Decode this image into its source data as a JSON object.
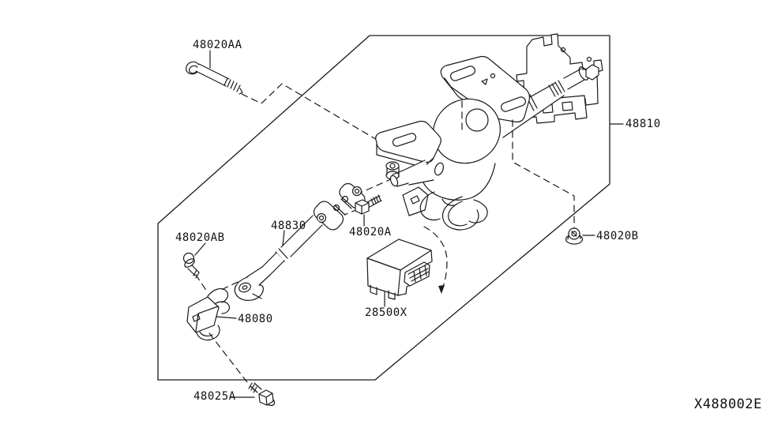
{
  "diagram": {
    "code": "X488002E",
    "background_color": "#ffffff",
    "line_color": "#1a1a1a"
  },
  "labels": [
    {
      "text": "48020AA"
    },
    {
      "text": "48810"
    },
    {
      "text": "48020AB"
    },
    {
      "text": "48830"
    },
    {
      "text": "48020A"
    },
    {
      "text": "48080"
    },
    {
      "text": "28500X"
    },
    {
      "text": "48025A"
    },
    {
      "text": "48020B"
    }
  ]
}
